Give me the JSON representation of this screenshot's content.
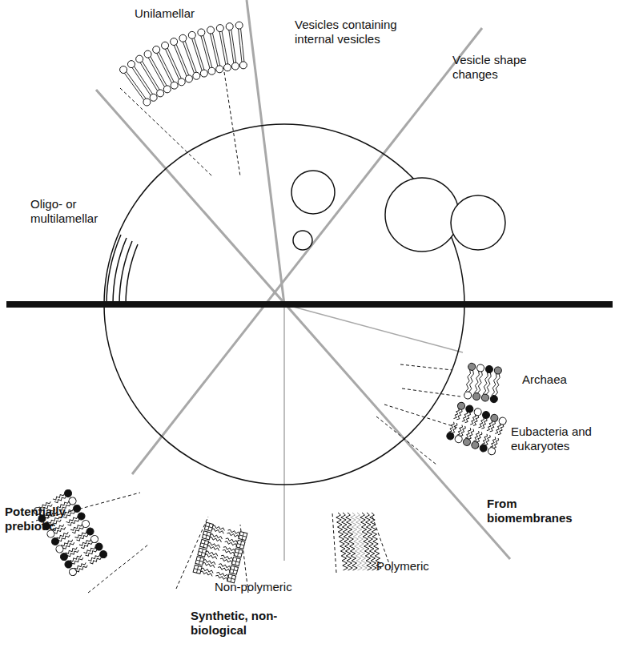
{
  "diagram": {
    "labels": [
      "Unilamellar",
      "Vesicles containing internal vesicles",
      "Vesicle shape changes",
      "Oligo- or multilamellar",
      "Archaea",
      "Eubacteria and eukaryotes",
      "From biomembranes",
      "Polymeric",
      "Non-polymeric",
      "Synthetic, non-biological",
      "Potentially prebiotic"
    ]
  }
}
